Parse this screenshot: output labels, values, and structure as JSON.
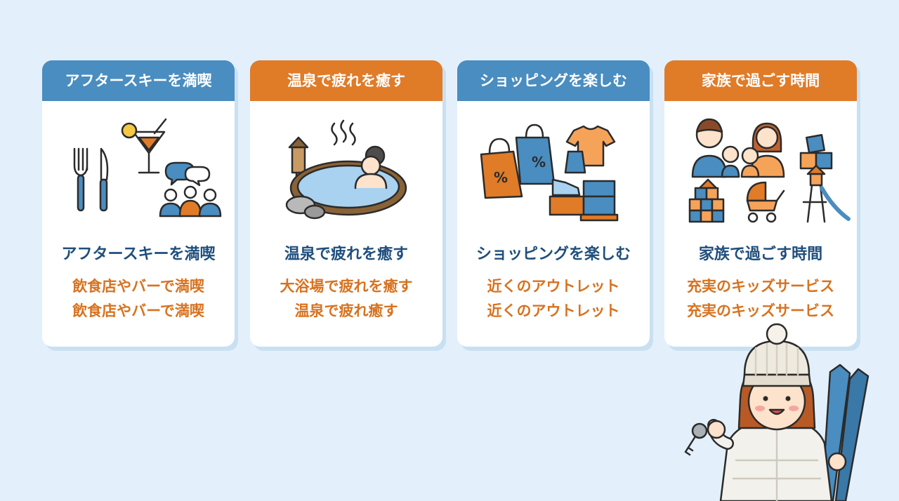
{
  "cards": [
    {
      "header": "アフタースキーを満喫",
      "title": "アフタースキーを満喫",
      "line1": "飲食店やバーで満喫",
      "line2": "飲食店やバーで満喫",
      "icon": "dining-drinks-icon"
    },
    {
      "header": "温泉で疲れを癒す",
      "title": "温泉で疲れを癒す",
      "line1": "大浴場で疲れを癒す",
      "line2": "温泉で疲れ癒す",
      "icon": "hot-spring-icon"
    },
    {
      "header": "ショッピングを楽しむ",
      "title": "ショッピングを楽しむ",
      "line1": "近くのアウトレット",
      "line2": "近くのアウトレット",
      "icon": "shopping-bags-icon"
    },
    {
      "header": "家族で過ごす時間",
      "title": "家族で過ごす時間",
      "line1": "充実のキッズサービス",
      "line2": "充実のキッズサービス",
      "icon": "family-icon"
    }
  ],
  "colors": {
    "background": "#e3f0fb",
    "header_blue": "#4a8dc0",
    "header_orange": "#e07b28",
    "title_navy": "#1f4e7c",
    "text_orange": "#d8721f"
  }
}
